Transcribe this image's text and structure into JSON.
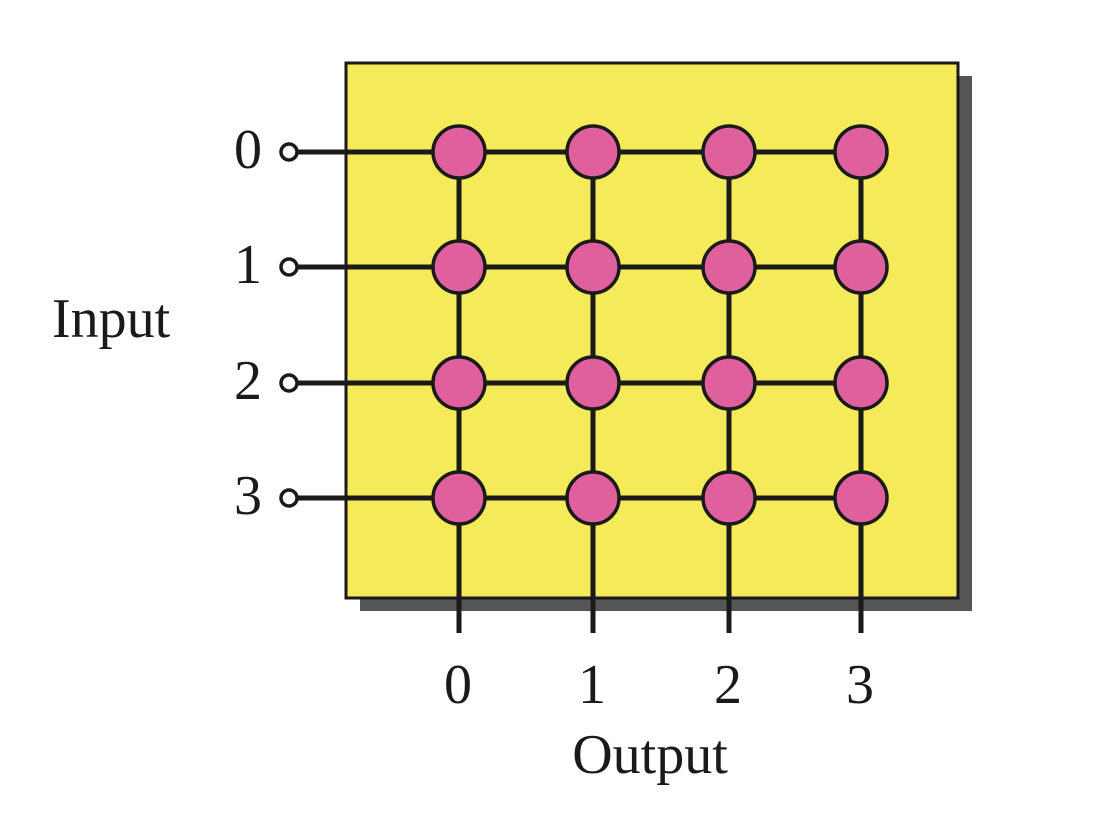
{
  "diagram": {
    "input_label": "Input",
    "output_label": "Output",
    "inputs": [
      "0",
      "1",
      "2",
      "3"
    ],
    "outputs": [
      "0",
      "1",
      "2",
      "3"
    ],
    "colors": {
      "panel_fill": "#f4ea5a",
      "panel_shadow": "#555555",
      "node_fill": "#e0609e",
      "line": "#1a1a1a",
      "terminal_fill": "#ffffff"
    }
  }
}
